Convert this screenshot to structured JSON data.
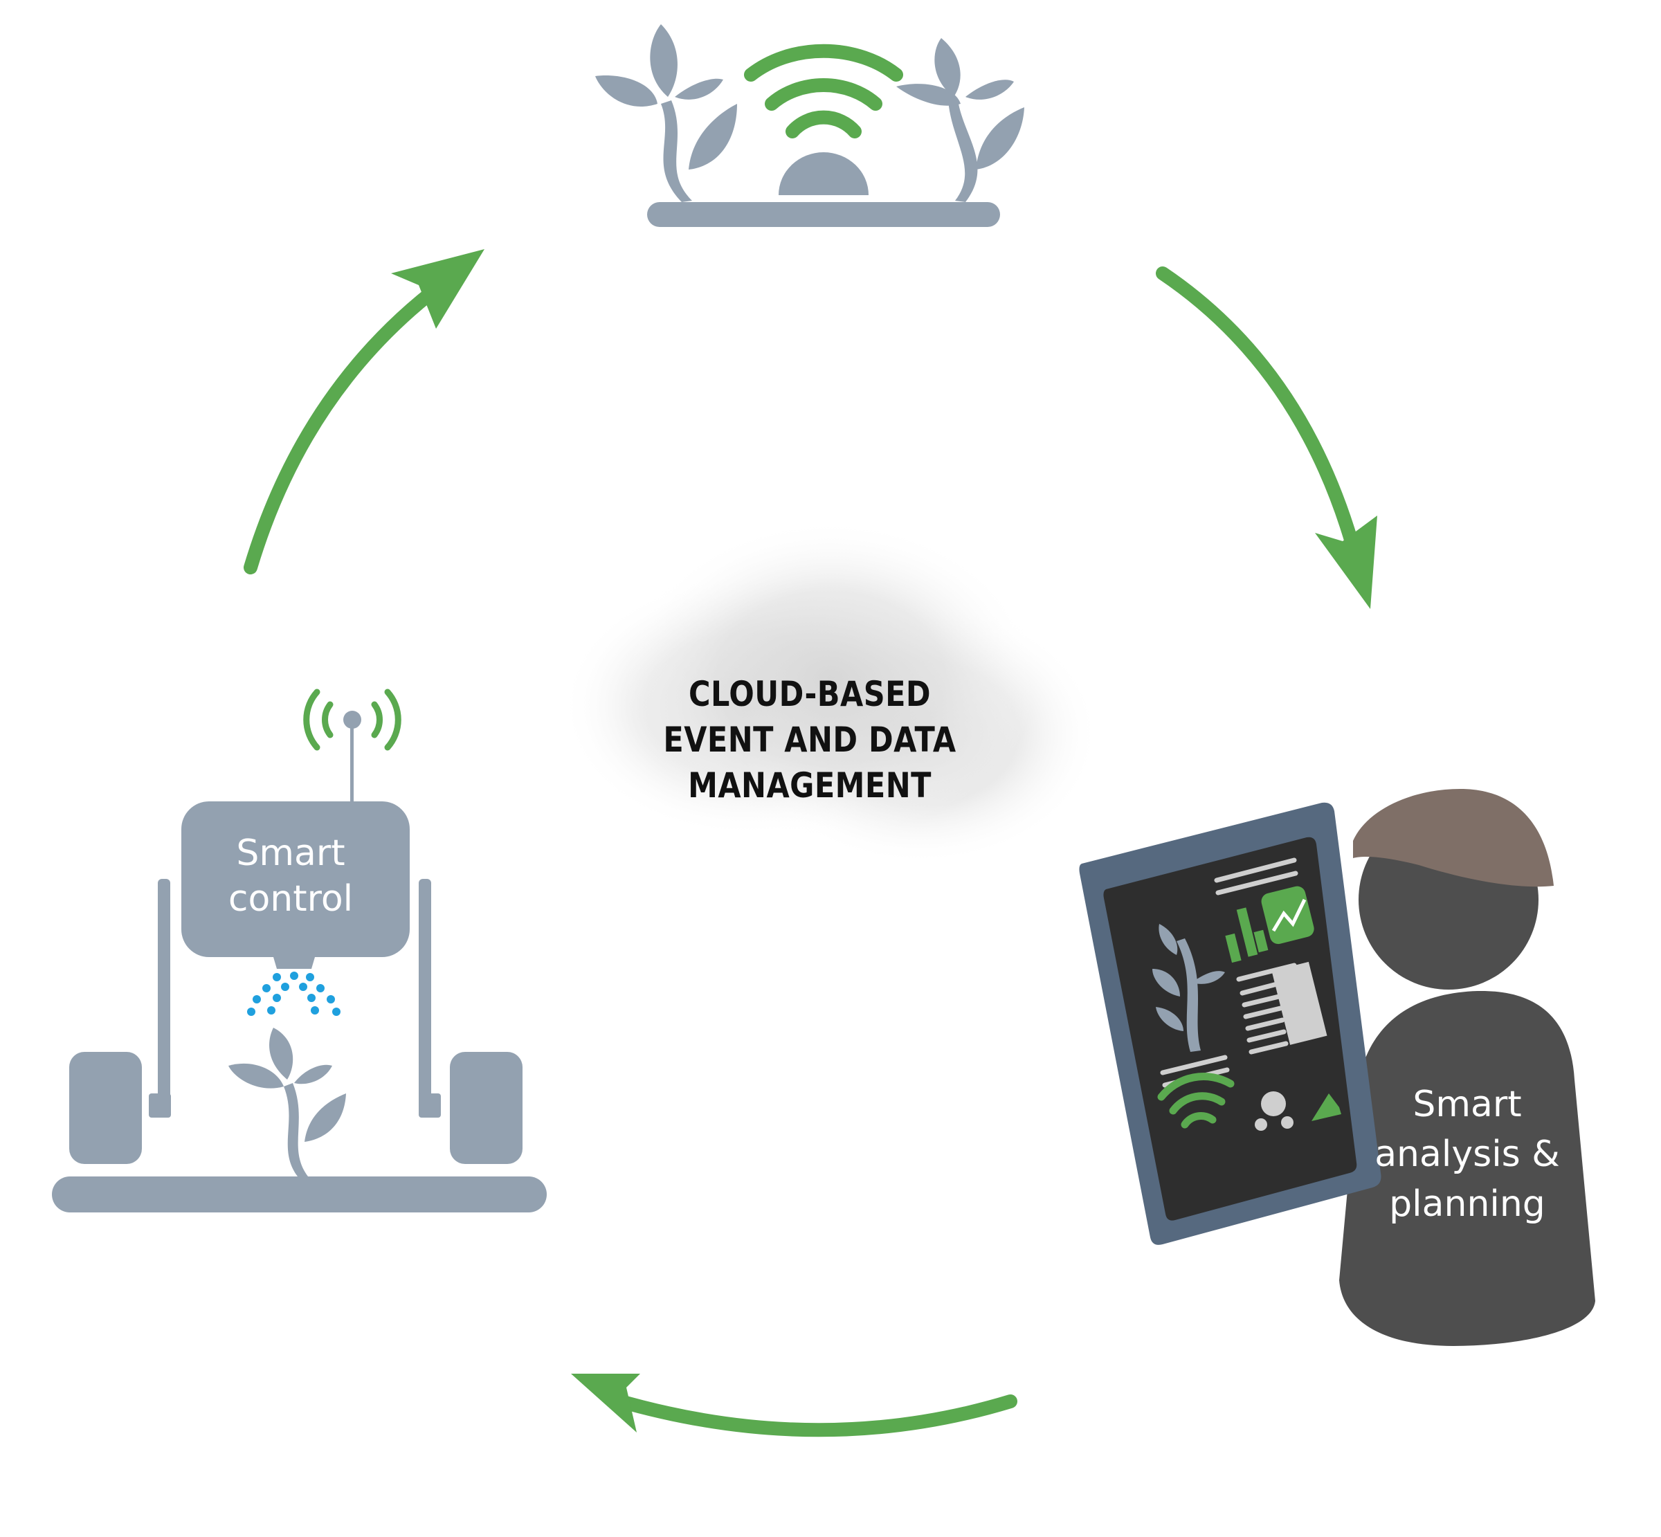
{
  "center": {
    "lines": [
      "CLOUD-BASED",
      "EVENT AND DATA",
      "MANAGEMENT"
    ]
  },
  "nodes": {
    "sensing": {
      "icon": "plants-wifi-sensor-icon"
    },
    "analysis": {
      "icon": "farmer-tablet-icon",
      "lines": [
        "Smart",
        "analysis &",
        "planning"
      ]
    },
    "control": {
      "icon": "smart-sprayer-robot-icon",
      "lines": [
        "Smart",
        "control"
      ]
    }
  },
  "colors": {
    "arrow": "#5aa94f",
    "gray": "#93a1b0",
    "dark": "#4e4e4e",
    "cap": "#7f6f67",
    "tablet_frame": "#56697f",
    "tablet_screen": "#2e2e2e",
    "spray": "#1fa0de",
    "text": "#111111"
  }
}
